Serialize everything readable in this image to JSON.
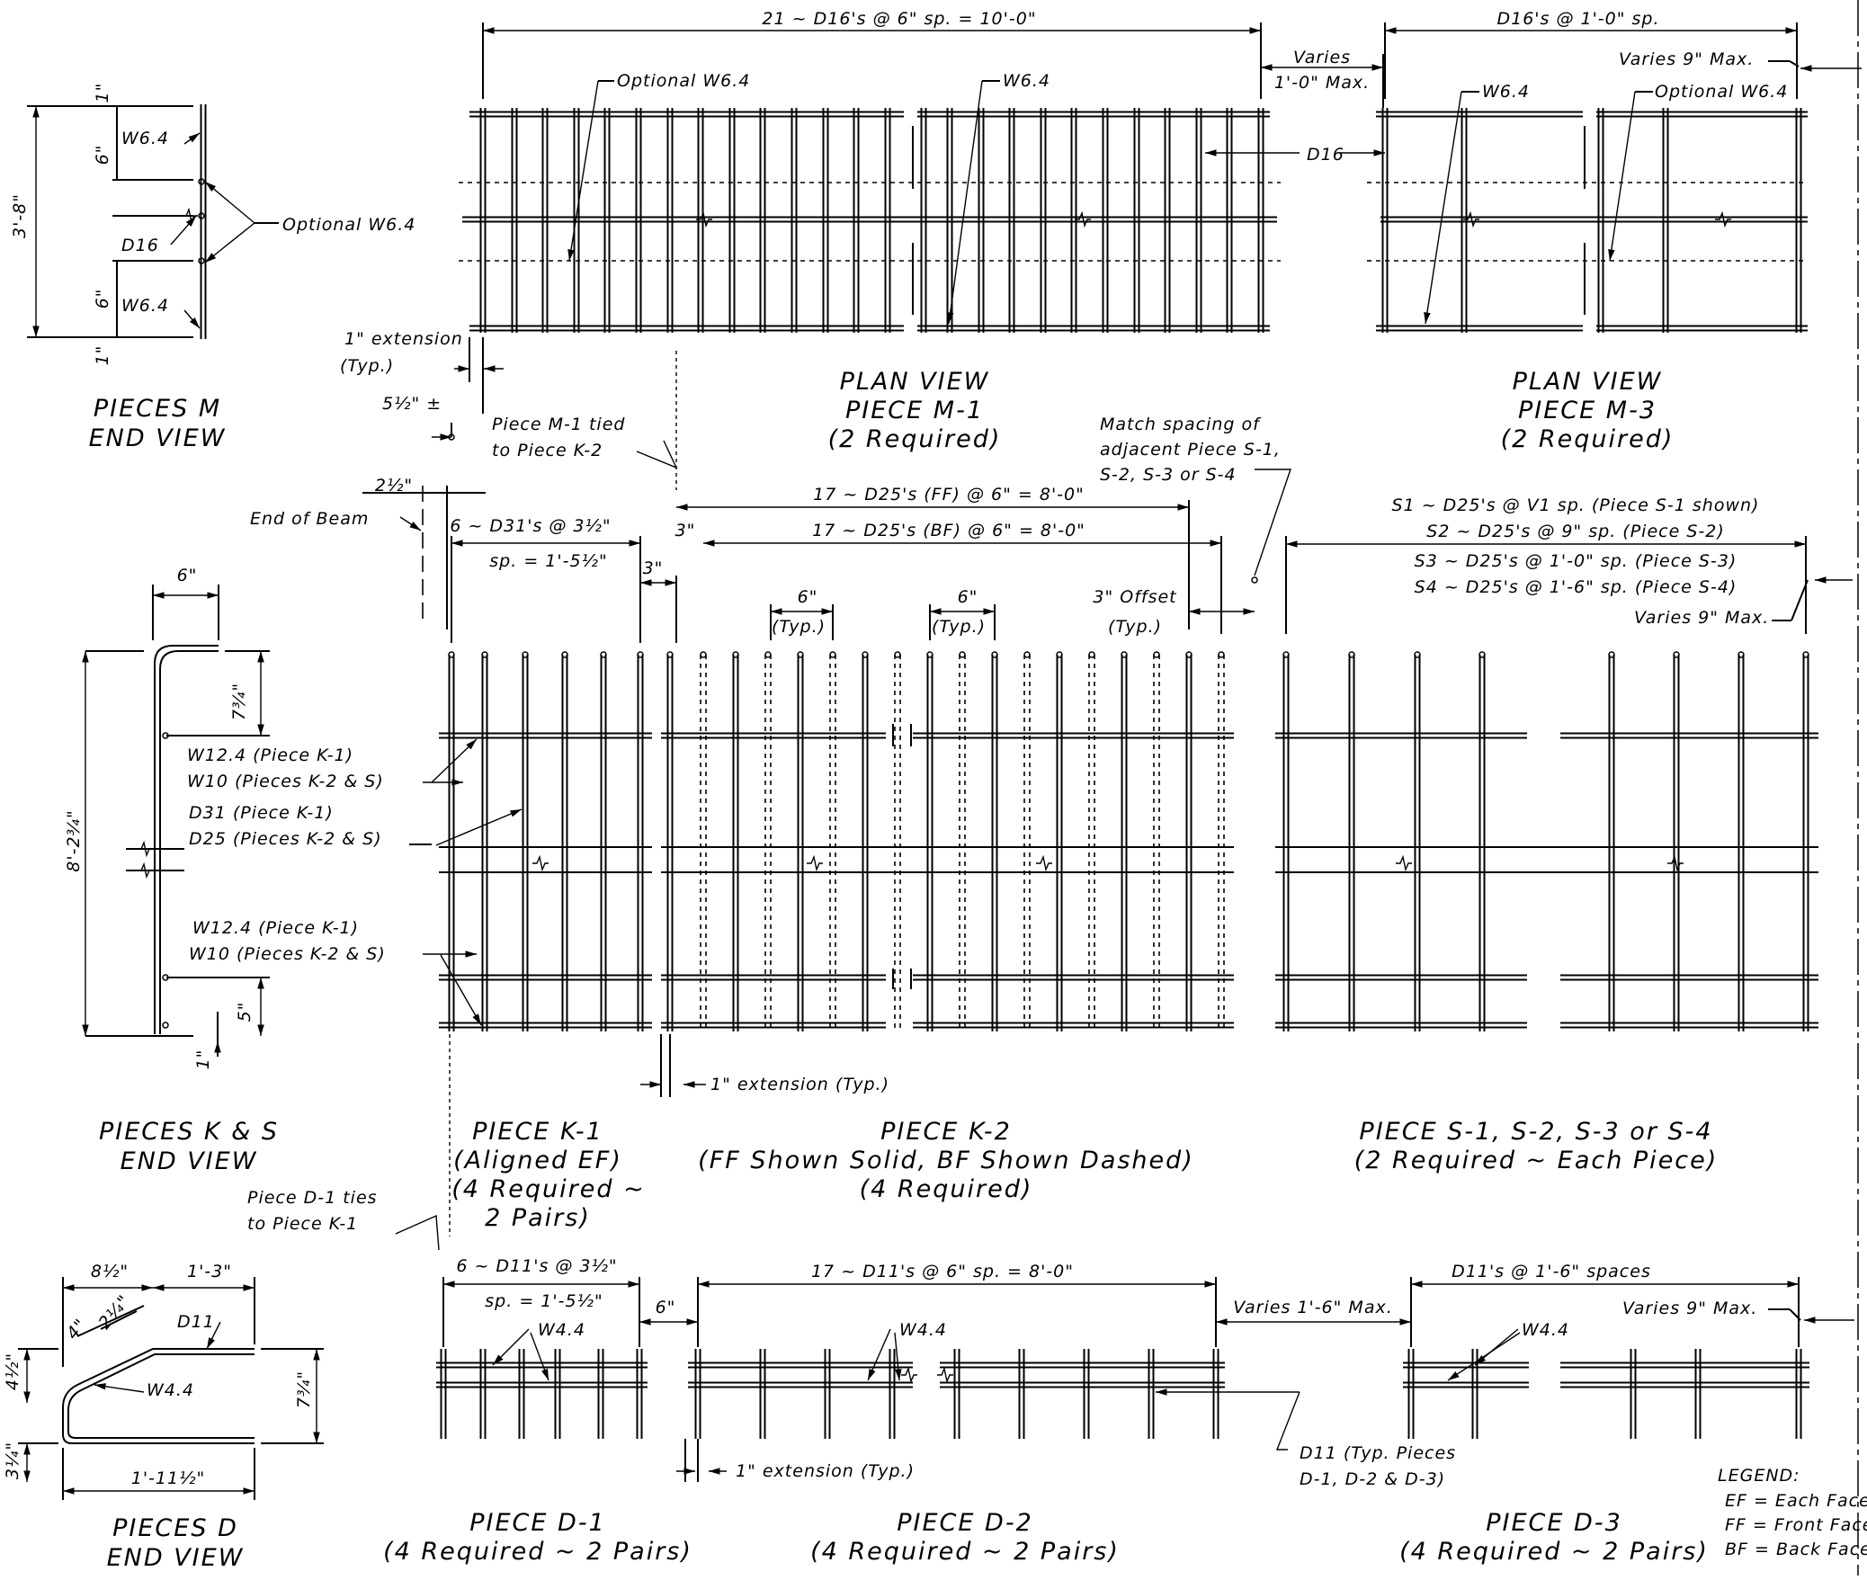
{
  "end_views": {
    "m": {
      "title1": "PIECES  M",
      "title2": "END VIEW",
      "dims": [
        "1\"",
        "6\"",
        "6\"",
        "1\"",
        "3'-8\""
      ],
      "labels": [
        "W6.4",
        "D16",
        "W6.4",
        "Optional W6.4"
      ]
    },
    "ks": {
      "title1": "PIECES  K & S",
      "title2": "END VIEW",
      "dims": [
        "6\"",
        "7¾\"",
        "8'-2¾\"",
        "5\"",
        "1\""
      ],
      "labels": [
        "W12.4 (Piece K-1)",
        "W10 (Pieces K-2 & S)",
        "D31 (Piece K-1)",
        "D25 (Pieces K-2 & S)",
        "W12.4 (Piece K-1)",
        "W10 (Pieces K-2 & S)"
      ]
    },
    "d": {
      "title1": "PIECES  D",
      "title2": "END VIEW",
      "dims": [
        "8½\"",
        "1'-3\"",
        "4\"",
        "2¼\"",
        "4½\"",
        "7¾\"",
        "3¼\"",
        "1'-11½\""
      ],
      "labels": [
        "D11",
        "W4.4"
      ]
    }
  },
  "piece_m1": {
    "title": [
      "PLAN VIEW",
      "PIECE M-1",
      "(2 Required)"
    ],
    "dims": [
      "21 ~ D16's @ 6\" sp. = 10'-0\"",
      "Varies",
      "1'-0\" Max."
    ],
    "labels": [
      "Optional W6.4",
      "W6.4",
      "D16"
    ]
  },
  "piece_m3": {
    "title": [
      "PLAN VIEW",
      "PIECE M-3",
      "(2 Required)"
    ],
    "dims": [
      "D16's @ 1'-0\" sp.",
      "Varies 9\" Max."
    ],
    "labels": [
      "W6.4",
      "Optional W6.4"
    ]
  },
  "notes_mid": {
    "ext1": "1\" extension",
    "ext1b": "(Typ.)",
    "plusminus": "5½\" ±",
    "tie_m": [
      "Piece M-1 tied",
      "to Piece K-2"
    ],
    "dim_2half": "2½\"",
    "end_of_beam": "End of Beam",
    "match": [
      "Match spacing of",
      "adjacent Piece S-1,",
      "S-2, S-3 or S-4"
    ]
  },
  "piece_k1": {
    "title": [
      "PIECE K-1",
      "(Aligned EF)",
      "(4 Required ~",
      "2 Pairs)"
    ],
    "dims": [
      "6 ~ D31's @ 3½\"",
      "sp. = 1'-5½\"",
      "3\""
    ]
  },
  "piece_k2": {
    "title": [
      "PIECE K-2",
      "(FF Shown Solid, BF Shown Dashed)",
      "(4 Required)"
    ],
    "dims": [
      "17 ~ D25's (FF) @ 6\" = 8'-0\"",
      "17 ~ D25's (BF) @ 6\" = 8'-0\"",
      "3\"",
      "6\"",
      "(Typ.)",
      "6\"",
      "(Typ.)",
      "3\" Offset",
      "(Typ.)",
      "1\" extension (Typ.)"
    ]
  },
  "piece_s": {
    "title": [
      "PIECE S-1, S-2, S-3 or S-4",
      "(2 Required ~ Each Piece)"
    ],
    "dims": [
      "S1 ~ D25's @ V1 sp. (Piece S-1 shown)",
      "S2 ~ D25's @ 9\" sp. (Piece S-2)",
      "S3 ~ D25's @ 1'-0\" sp. (Piece S-3)",
      "S4 ~ D25's @ 1'-6\" sp. (Piece S-4)",
      "Varies 9\" Max."
    ]
  },
  "piece_d1": {
    "title": [
      "PIECE D-1",
      "(4 Required ~ 2 Pairs)"
    ],
    "dims": [
      "6 ~ D11's @ 3½\"",
      "sp. = 1'-5½\"",
      "6\""
    ],
    "labels": [
      "W4.4"
    ],
    "tie": [
      "Piece D-1 ties",
      "to Piece K-1"
    ]
  },
  "piece_d2": {
    "title": [
      "PIECE D-2",
      "(4 Required ~ 2 Pairs)"
    ],
    "dims": [
      "17 ~ D11's @ 6\" sp. = 8'-0\"",
      "Varies 1'-6\" Max.",
      "1\" extension (Typ.)"
    ],
    "labels": [
      "W4.4",
      "D11 (Typ. Pieces",
      "D-1, D-2 & D-3)"
    ]
  },
  "piece_d3": {
    "title": [
      "PIECE D-3",
      "(4 Required ~ 2 Pairs)"
    ],
    "dims": [
      "D11's @ 1'-6\" spaces",
      "Varies 9\" Max."
    ],
    "labels": [
      "W4.4"
    ]
  },
  "legend": {
    "title": "LEGEND:",
    "items": [
      "EF = Each Face",
      "FF = Front Face",
      "BF = Back Face"
    ]
  }
}
